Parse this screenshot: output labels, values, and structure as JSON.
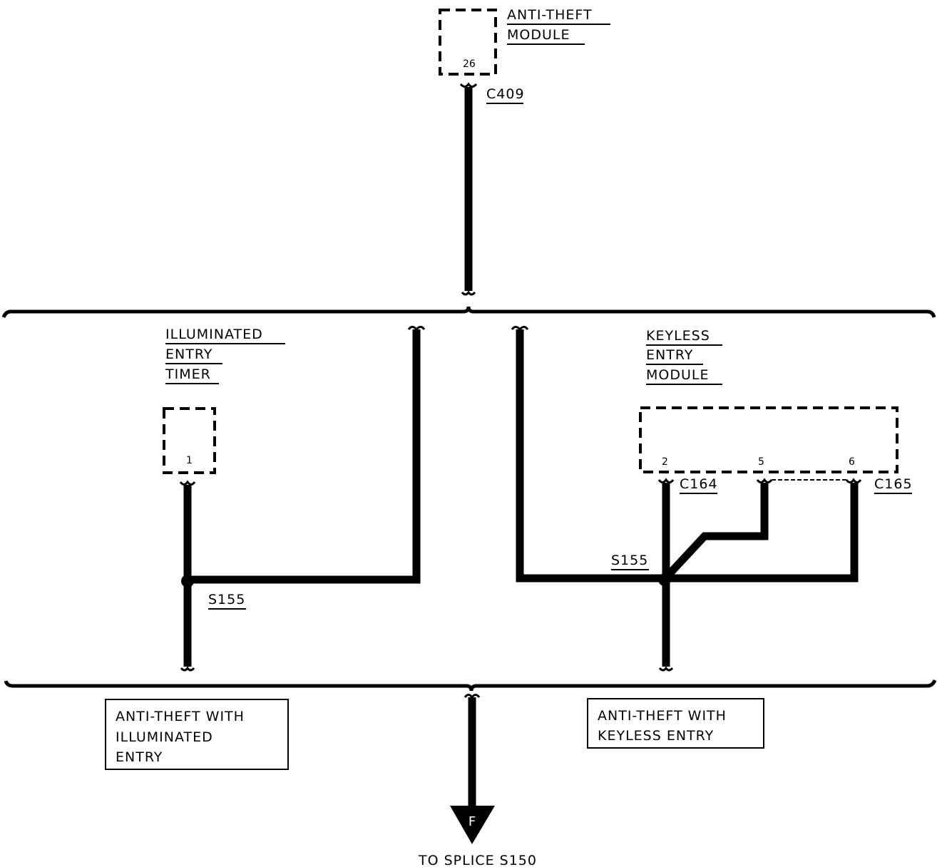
{
  "modules": {
    "anti_theft": {
      "line1": "ANTI-THEFT",
      "line2": "MODULE",
      "pin": "26",
      "connector": "C409"
    },
    "illuminated_entry_timer": {
      "line1": "ILLUMINATED",
      "line2": "ENTRY",
      "line3": "TIMER",
      "pin": "1"
    },
    "keyless_entry": {
      "line1": "KEYLESS",
      "line2": "ENTRY",
      "line3": "MODULE",
      "pins": [
        "2",
        "5",
        "6"
      ],
      "connector_left": "C164",
      "connector_right": "C165"
    }
  },
  "splices": {
    "left": "S155",
    "right": "S155"
  },
  "option_boxes": {
    "left": {
      "line1": "ANTI-THEFT WITH",
      "line2": "ILLUMINATED",
      "line3": "ENTRY"
    },
    "right": {
      "line1": "ANTI-THEFT WITH",
      "line2": "KEYLESS ENTRY"
    }
  },
  "destination": {
    "letter": "F",
    "text": "TO SPLICE S150"
  }
}
